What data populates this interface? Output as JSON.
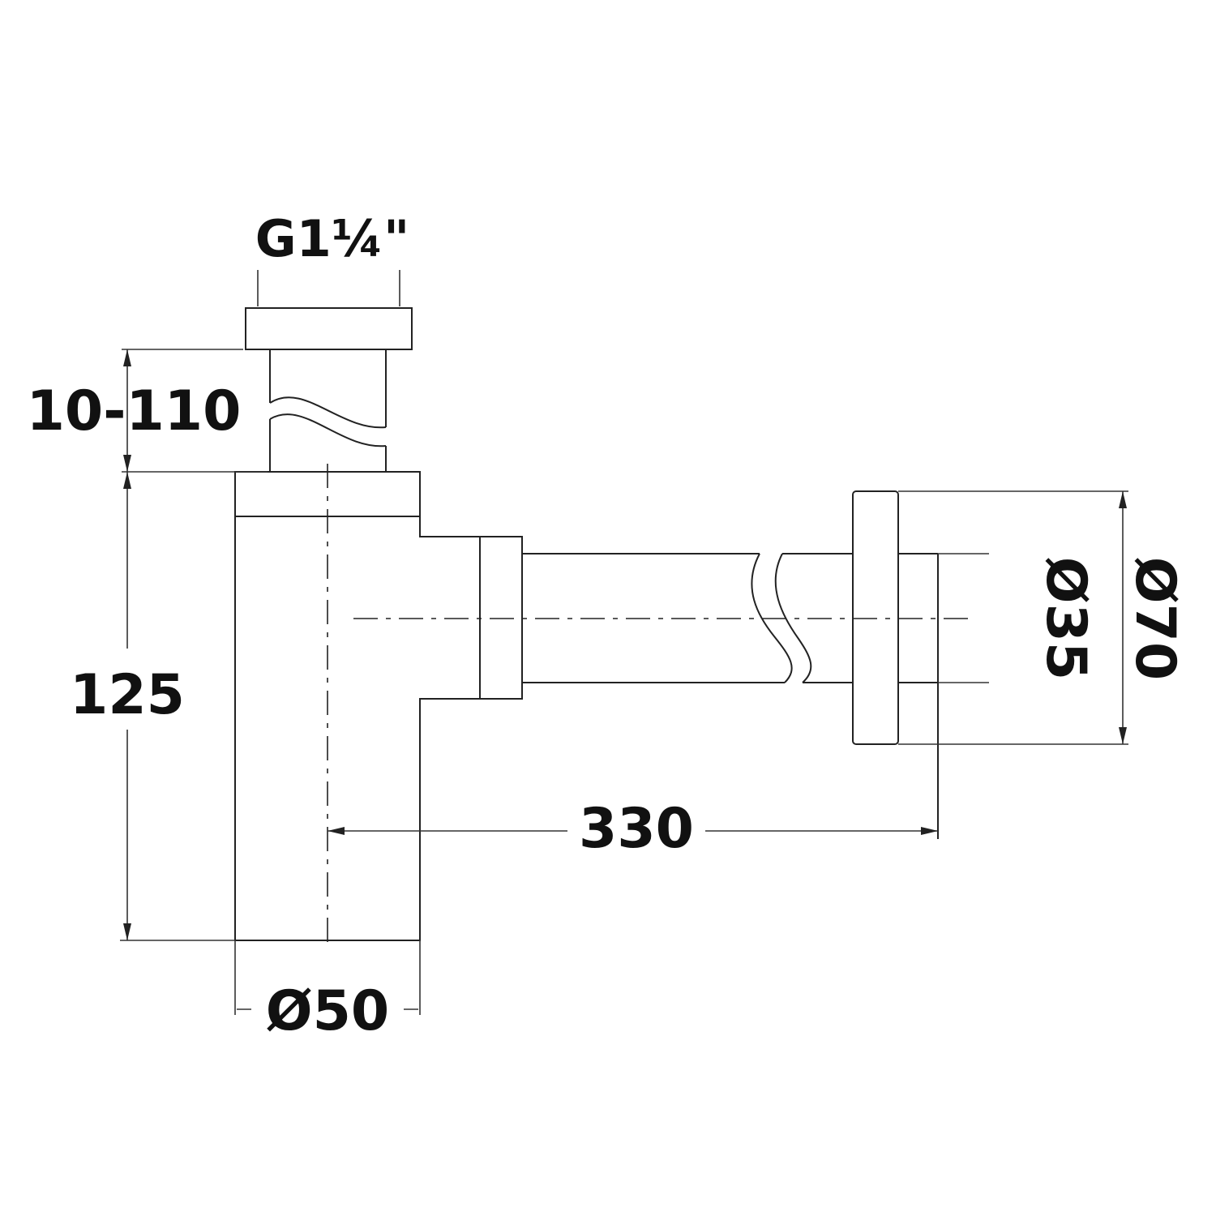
{
  "dimensions": {
    "thread": "G1¼\"",
    "height_adjust": "10-110",
    "body_height": "125",
    "body_diameter": "Ø50",
    "projection": "330",
    "pipe_diameter": "Ø35",
    "rosette_diameter": "Ø70"
  },
  "colors": {
    "line": "#222222",
    "background": "#ffffff"
  }
}
